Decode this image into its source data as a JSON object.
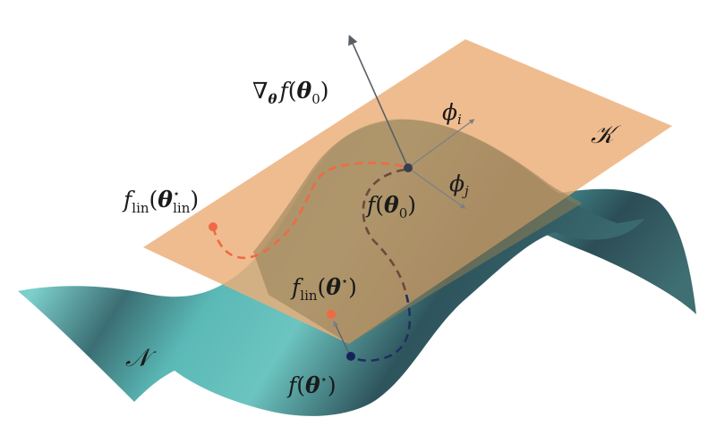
{
  "labels": {
    "grad": {
      "nabla": "∇",
      "theta": "θ",
      "f": "f",
      "lp": "(",
      "arg": "θ",
      "sub": "0",
      "rp": ")"
    },
    "phi_i": {
      "base": "ϕ",
      "sub": "i"
    },
    "phi_j": {
      "base": "ϕ",
      "sub": "j"
    },
    "tangent_space": "𝒦",
    "manifold": "𝒩",
    "f_theta0": {
      "f": "f",
      "lp": "(",
      "arg": "θ",
      "sub": "0",
      "rp": ")"
    },
    "f_lin_theta_lin_star": {
      "f": "f",
      "sub": "lin",
      "lp": "(",
      "arg": "θ",
      "sup": "⋆",
      "sub2": "lin",
      "rp": ")"
    },
    "f_lin_theta_star": {
      "f": "f",
      "sub": "lin",
      "lp": "(",
      "arg": "θ",
      "sup": "⋆",
      "rp": ")"
    },
    "f_theta_star": {
      "f": "f",
      "lp": "(",
      "arg": "θ",
      "sup": "⋆",
      "rp": ")"
    }
  },
  "colors": {
    "plane": "#ebad77",
    "manifold_light": "#6fc7c3",
    "manifold_dark": "#2f4f58",
    "overlap": "#a68b5d",
    "lin_path": "#ef6a44",
    "nonlin_path_upper": "#6b4a3c",
    "nonlin_path_lower": "#1f2e64",
    "arrow": "#5a5f66",
    "point_dark": "#3a3d50",
    "point_navy": "#16225a"
  }
}
